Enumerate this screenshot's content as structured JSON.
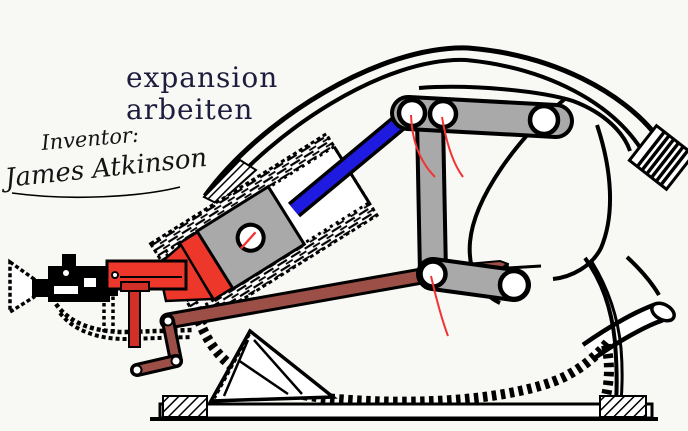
{
  "labels": {
    "stroke_phase_line1": "expansion",
    "stroke_phase_line2": "arbeiten"
  },
  "signature": {
    "line1": "Inventor:",
    "line2": "James Atkinson"
  },
  "colors": {
    "page": "#f8f8f5",
    "paper": "#ffffff",
    "outline": "#000000",
    "label": "#1d1d3d",
    "signature": "#141414",
    "rodBlue": "#1f1adf",
    "pistonRed": "#ee372b",
    "valveRed": "#d22f28",
    "leverMaroon": "#9c4f47",
    "linkGray": "#a9a9a9",
    "annotationRed": "#f23333"
  }
}
